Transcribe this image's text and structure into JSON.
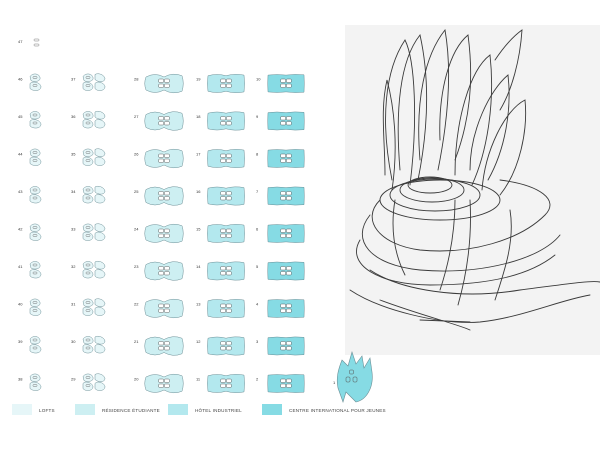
{
  "colors": {
    "lofts": "#e6f6f8",
    "residence": "#cdeff2",
    "hotel": "#b3e8ee",
    "centre": "#86dbe4",
    "outline": "#6c8f96",
    "sketch_stroke": "#333333"
  },
  "legend": [
    {
      "label": "LOFTS",
      "color_key": "lofts"
    },
    {
      "label": "RÉSIDENCE ÉTUDIANTE",
      "color_key": "residence"
    },
    {
      "label": "HÔTEL INDUSTRIEL",
      "color_key": "hotel"
    },
    {
      "label": "CENTRE INTERNATIONAL POUR JEUNES",
      "color_key": "centre"
    }
  ],
  "columns": [
    {
      "program": "lofts",
      "floors": [
        "47",
        "46",
        "45",
        "44",
        "43",
        "42",
        "41",
        "40",
        "39",
        "38"
      ]
    },
    {
      "program": "lofts",
      "floors": [
        "37",
        "36",
        "35",
        "34",
        "33",
        "32",
        "31",
        "30",
        "29"
      ]
    },
    {
      "program": "residence",
      "floors": [
        "28",
        "27",
        "26",
        "25",
        "24",
        "23",
        "22",
        "21",
        "20"
      ]
    },
    {
      "program": "hotel",
      "floors": [
        "19",
        "18",
        "17",
        "16",
        "15",
        "14",
        "13",
        "12",
        "11"
      ]
    },
    {
      "program": "centre",
      "floors": [
        "10",
        "9",
        "8",
        "7",
        "6",
        "5",
        "4",
        "3",
        "2"
      ]
    }
  ],
  "ground_floor": {
    "label": "1",
    "program": "centre"
  },
  "icons": {
    "sketch": "tower-sketch-drawing",
    "ghost": "ground-floor-plan-icon"
  }
}
